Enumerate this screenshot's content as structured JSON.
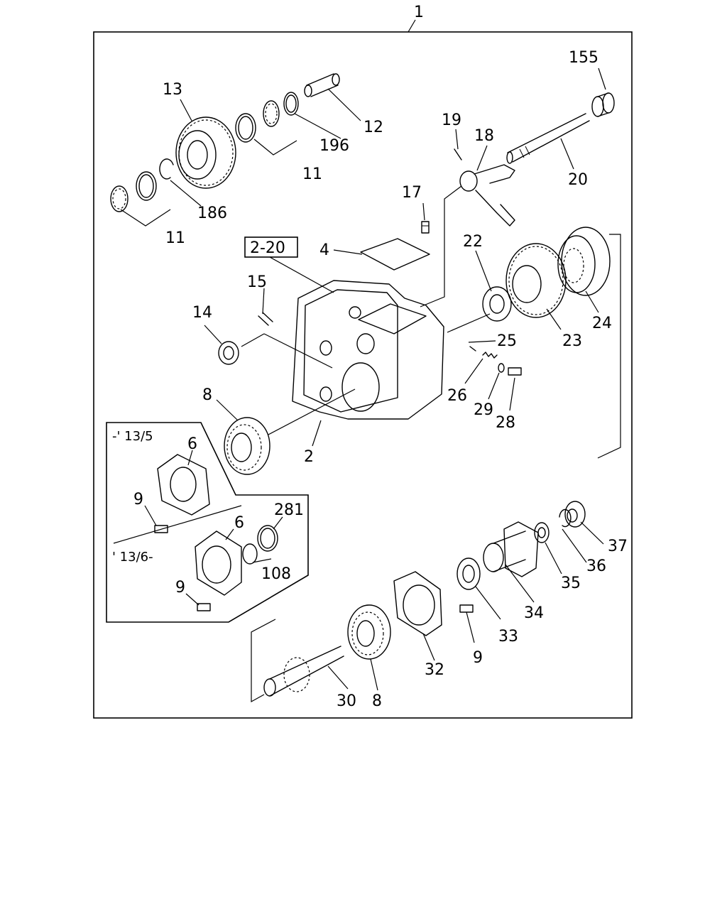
{
  "assembly_number": "1",
  "reference_box": "2-20",
  "variant_labels": {
    "early": "-' 13/5",
    "late": "' 13/6-"
  },
  "callouts": [
    {
      "id": "c155",
      "label": "155"
    },
    {
      "id": "c13",
      "label": "13"
    },
    {
      "id": "c12",
      "label": "12"
    },
    {
      "id": "c19",
      "label": "19"
    },
    {
      "id": "c18",
      "label": "18"
    },
    {
      "id": "c196",
      "label": "196"
    },
    {
      "id": "c11a",
      "label": "11"
    },
    {
      "id": "c20",
      "label": "20"
    },
    {
      "id": "c186",
      "label": "186"
    },
    {
      "id": "c17",
      "label": "17"
    },
    {
      "id": "c11b",
      "label": "11"
    },
    {
      "id": "c4",
      "label": "4"
    },
    {
      "id": "c22",
      "label": "22"
    },
    {
      "id": "c15",
      "label": "15"
    },
    {
      "id": "c14",
      "label": "14"
    },
    {
      "id": "c24",
      "label": "24"
    },
    {
      "id": "c25",
      "label": "25"
    },
    {
      "id": "c23",
      "label": "23"
    },
    {
      "id": "c8a",
      "label": "8"
    },
    {
      "id": "c26",
      "label": "26"
    },
    {
      "id": "c29",
      "label": "29"
    },
    {
      "id": "c28",
      "label": "28"
    },
    {
      "id": "c2",
      "label": "2"
    },
    {
      "id": "c6a",
      "label": "6"
    },
    {
      "id": "c9a",
      "label": "9"
    },
    {
      "id": "c281",
      "label": "281"
    },
    {
      "id": "c6b",
      "label": "6"
    },
    {
      "id": "c108",
      "label": "108"
    },
    {
      "id": "c37",
      "label": "37"
    },
    {
      "id": "c36",
      "label": "36"
    },
    {
      "id": "c35",
      "label": "35"
    },
    {
      "id": "c9b",
      "label": "9"
    },
    {
      "id": "c34",
      "label": "34"
    },
    {
      "id": "c33",
      "label": "33"
    },
    {
      "id": "c9c",
      "label": "9"
    },
    {
      "id": "c32",
      "label": "32"
    },
    {
      "id": "c30",
      "label": "30"
    },
    {
      "id": "c8b",
      "label": "8"
    }
  ]
}
